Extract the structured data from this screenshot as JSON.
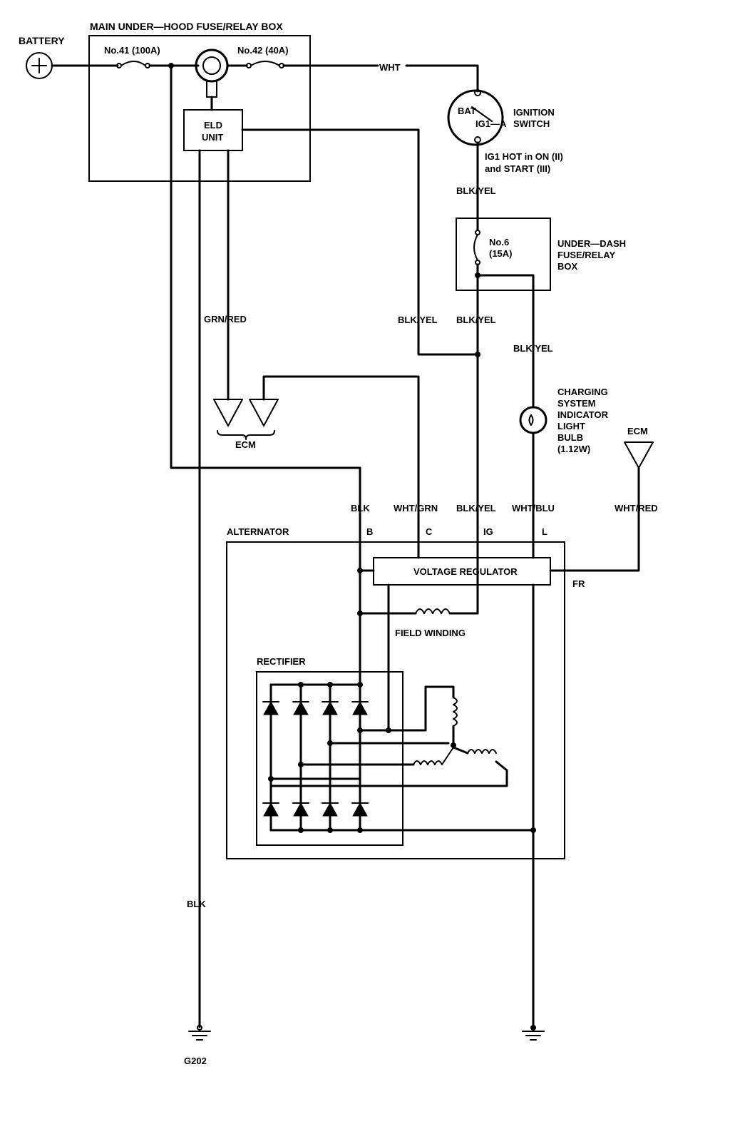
{
  "components": {
    "battery": "BATTERY",
    "main_box": "MAIN UNDER—HOOD FUSE/RELAY BOX",
    "fuse41": "No.41 (100A)",
    "fuse42": "No.42 (40A)",
    "eld_line1": "ELD",
    "eld_line2": "UNIT",
    "ignition_line1": "IGNITION",
    "ignition_line2": "SWITCH",
    "ign_bat": "BAT",
    "ign_ig1": "IG1—A",
    "ig1_hot_line1": "IG1 HOT in ON (II)",
    "ig1_hot_line2": "and START (III)",
    "under_dash_line1": "UNDER—DASH",
    "under_dash_line2": "FUSE/RELAY",
    "under_dash_line3": "BOX",
    "fuse6_line1": "No.6",
    "fuse6_line2": "(15A)",
    "bulb_line1": "CHARGING",
    "bulb_line2": "SYSTEM",
    "bulb_line3": "INDICATOR",
    "bulb_line4": "LIGHT",
    "bulb_line5": "BULB",
    "bulb_line6": "(1.12W)",
    "ecm_left": "ECM",
    "ecm_right": "ECM",
    "alternator": "ALTERNATOR",
    "voltage_regulator": "VOLTAGE REGULATOR",
    "field_winding": "FIELD WINDING",
    "rectifier": "RECTIFIER",
    "ground": "G202"
  },
  "wires": {
    "wht": "WHT",
    "blk_yel_ign": "BLK/YEL",
    "grn_red": "GRN/RED",
    "blk_yel_left": "BLK/YEL",
    "blk_yel_mid": "BLK/YEL",
    "blk_yel_bulb": "BLK/YEL",
    "blk": "BLK",
    "wht_grn": "WHT/GRN",
    "blk_yel_alt": "BLK/YEL",
    "wht_blu": "WHT/BLU",
    "wht_red": "WHT/RED",
    "blk_ground": "BLK"
  },
  "terminals": {
    "b": "B",
    "c": "C",
    "ig": "IG",
    "l": "L",
    "fr": "FR"
  }
}
